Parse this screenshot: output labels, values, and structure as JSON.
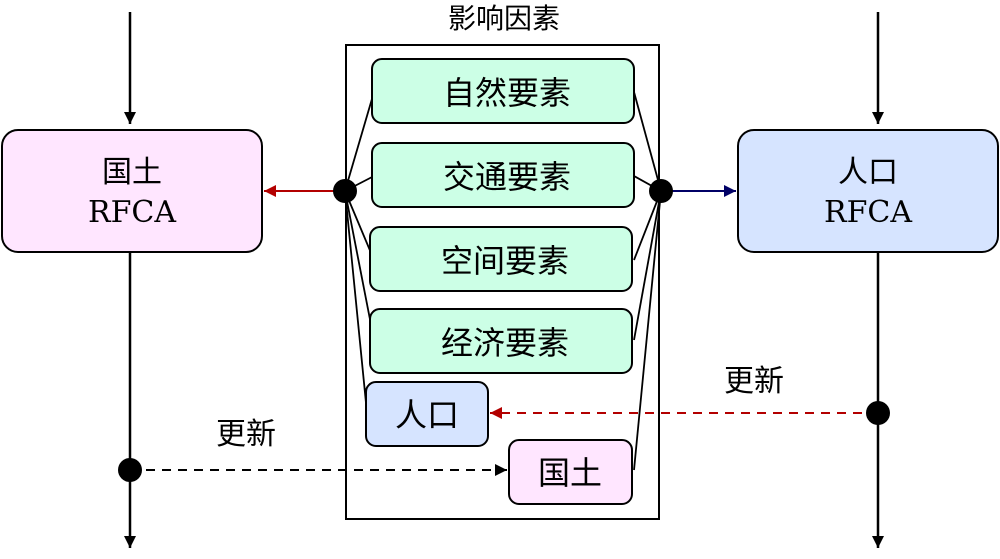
{
  "title": "影响因素",
  "nodes": {
    "land_rfca": {
      "line1": "国土",
      "line2": "RFCA",
      "fill": "#FFE6FF"
    },
    "pop_rfca": {
      "line1": "人口",
      "line2": "RFCA",
      "fill": "#D6E4FF"
    },
    "factors": [
      {
        "label": "自然要素",
        "fill": "#CCFFE6"
      },
      {
        "label": "交通要素",
        "fill": "#CCFFE6"
      },
      {
        "label": "空间要素",
        "fill": "#CCFFE6"
      },
      {
        "label": "经济要素",
        "fill": "#CCFFE6"
      }
    ],
    "pop_small": {
      "label": "人口",
      "fill": "#D6E4FF"
    },
    "land_small": {
      "label": "国土",
      "fill": "#FFE6FF"
    }
  },
  "edges": {
    "update_left": {
      "label": "更新",
      "color": "#000000"
    },
    "update_right": {
      "label": "更新",
      "color": "#B30000"
    },
    "to_land": {
      "color": "#B30000"
    },
    "to_pop": {
      "color": "#000066"
    }
  }
}
